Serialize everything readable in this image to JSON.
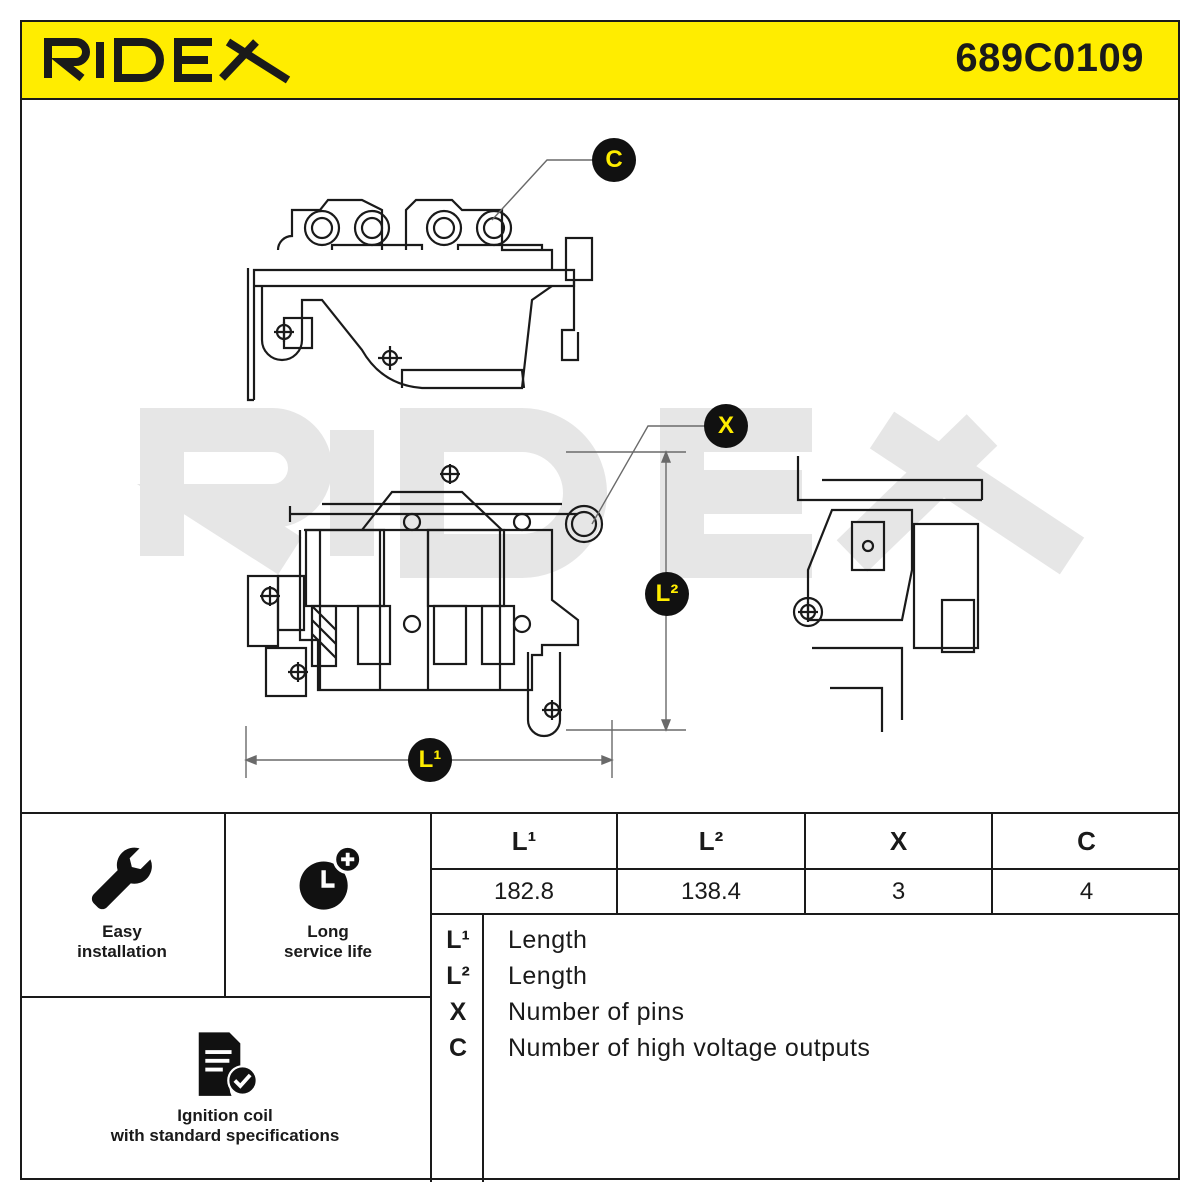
{
  "brand": {
    "name": "RIDEX",
    "color_yellow": "#ffed00",
    "color_dark": "#1a1a1a"
  },
  "part_number": "689C0109",
  "watermark": "RIDEX",
  "callouts": {
    "c": "C",
    "x": "X",
    "l1": "L¹",
    "l2": "L²"
  },
  "features": [
    {
      "icon": "wrench-icon",
      "label_line1": "Easy",
      "label_line2": "installation"
    },
    {
      "icon": "clock-plus-icon",
      "label_line1": "Long",
      "label_line2": "service life"
    },
    {
      "icon": "document-check-icon",
      "label_line1": "Ignition coil",
      "label_line2": "with standard specifications"
    }
  ],
  "spec_table": {
    "headers": [
      "L¹",
      "L²",
      "X",
      "C"
    ],
    "values": [
      "182.8",
      "138.4",
      "3",
      "4"
    ]
  },
  "legend": [
    {
      "key": "L¹",
      "label": "Length"
    },
    {
      "key": "L²",
      "label": "Length"
    },
    {
      "key": "X",
      "label": "Number of pins"
    },
    {
      "key": "C",
      "label": "Number of high voltage outputs"
    }
  ]
}
